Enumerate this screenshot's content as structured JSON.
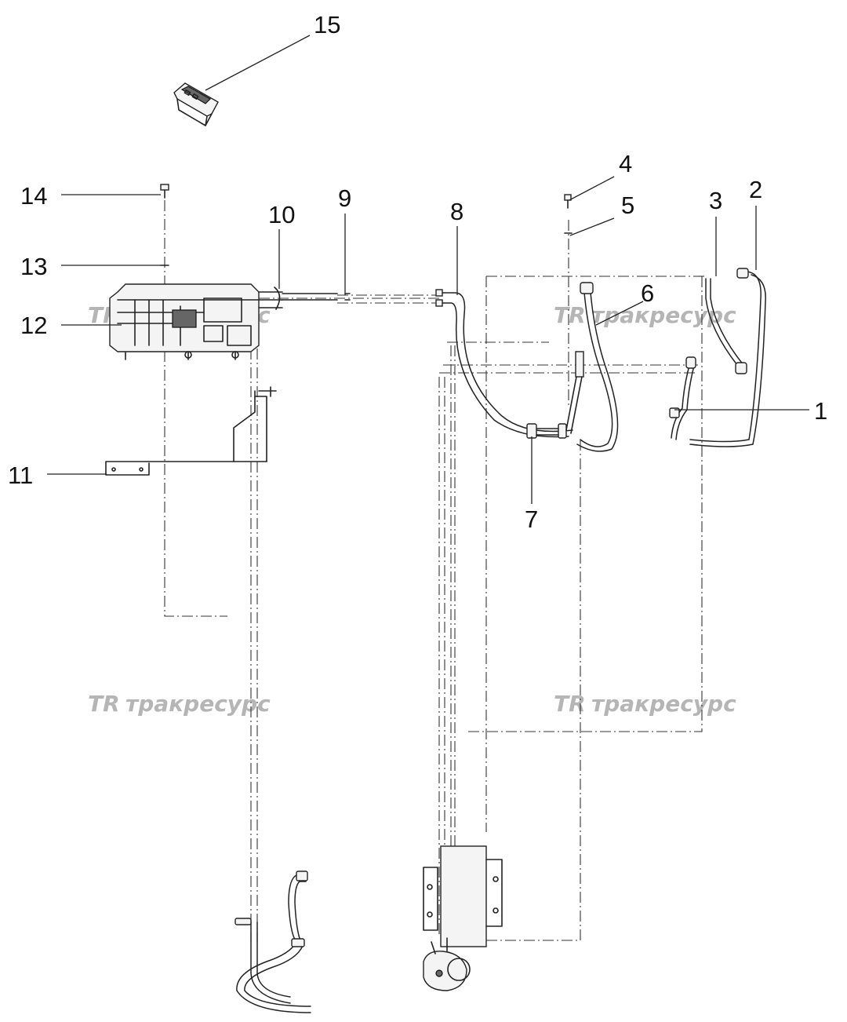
{
  "diagram": {
    "callouts": [
      "1",
      "2",
      "3",
      "4",
      "5",
      "6",
      "7",
      "8",
      "9",
      "10",
      "11",
      "12",
      "13",
      "14",
      "15"
    ],
    "watermark": {
      "text": "тракресурс",
      "logo": "TR",
      "color": "#b5b5b5"
    },
    "line_color": "#222222",
    "background": "#ffffff"
  }
}
